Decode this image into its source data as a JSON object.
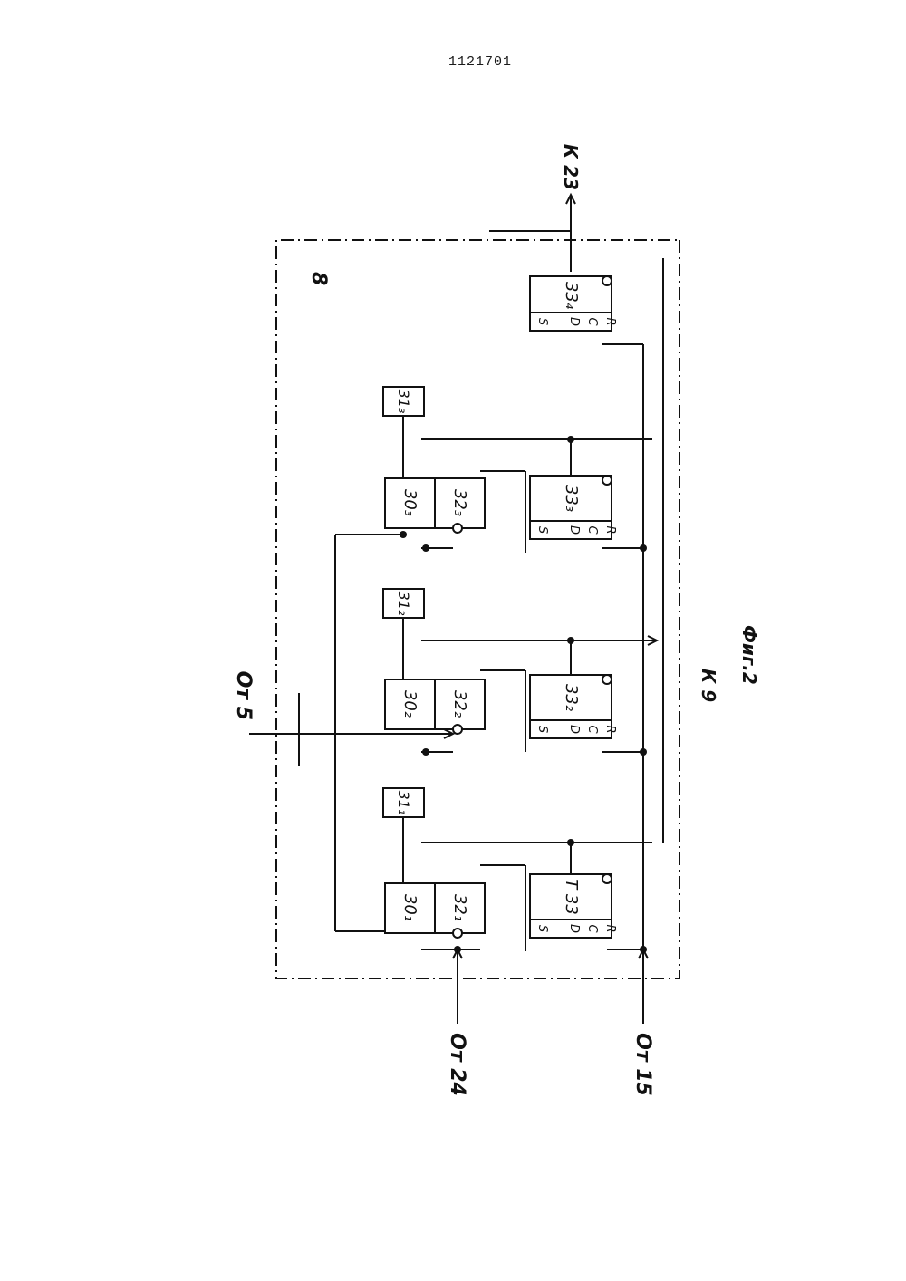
{
  "page_number": "1121701",
  "unit_label": "8",
  "figure_caption": "Фиг.2",
  "inputs": {
    "from5": "От 5",
    "from24": "От 24",
    "from15": "От 15"
  },
  "outputs": {
    "to23": "К 23",
    "to9": "К 9"
  },
  "blocks": {
    "b30_1": "30₁",
    "b30_2": "30₂",
    "b30_3": "30₃",
    "b31_1": "31₁",
    "b31_2": "31₂",
    "b31_3": "31₃",
    "b32_1": "32₁",
    "b32_2": "32₂",
    "b32_3": "32₃",
    "b33": "T  33",
    "b33_2": "33₂",
    "b33_3": "33₃",
    "b33_4": "33₄"
  },
  "ff_pins": {
    "s": "S",
    "d": "D",
    "c": "C",
    "r": "R"
  }
}
